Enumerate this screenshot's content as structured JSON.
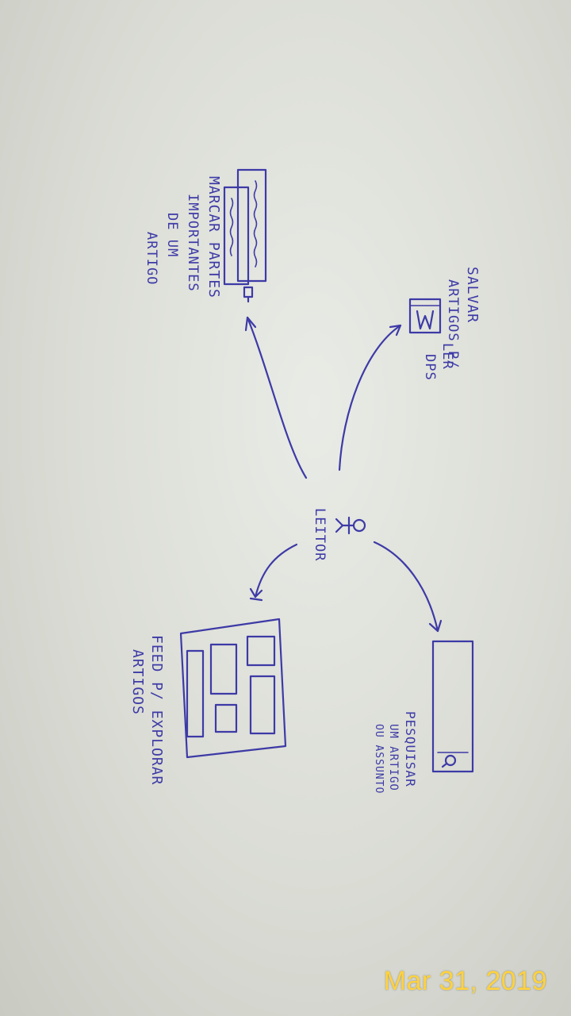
{
  "center": {
    "label": "LEITOR"
  },
  "nodes": {
    "highlight": {
      "lines": [
        "MARCAR PARTES",
        "IMPORTANTES",
        "DE UM",
        "ARTIGO"
      ]
    },
    "save": {
      "lines": [
        "SALVAR",
        "ARTIGOS P/",
        "LER",
        "DPS"
      ]
    },
    "search": {
      "lines": [
        "PESQUISAR",
        "UM ARTIGO",
        "OU ASSUNTO"
      ]
    },
    "feed": {
      "lines": [
        "FEED P/ EXPLORAR",
        "ARTIGOS"
      ]
    }
  },
  "photo_date": "Mar 31, 2019",
  "ink_color": "#3d3aa6"
}
